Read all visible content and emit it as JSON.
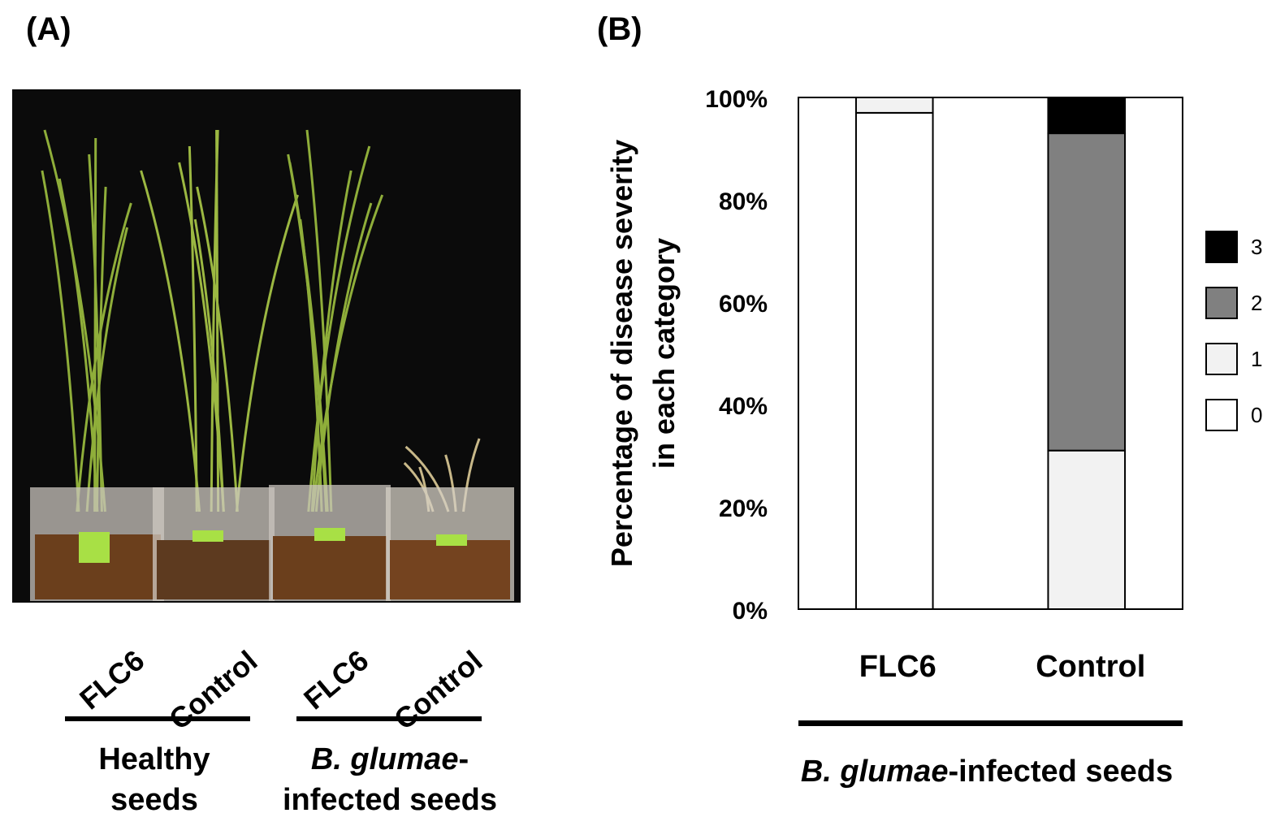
{
  "panel_a": {
    "label": "(A)",
    "tray_labels": [
      "FLC6",
      "Control",
      "FLC6",
      "Control"
    ],
    "group_labels": [
      {
        "line1": "Healthy",
        "line2": "seeds"
      },
      {
        "line1_italic": "B. glumae",
        "line1_rest": "-",
        "line2": "infected seeds"
      }
    ]
  },
  "panel_b": {
    "label": "(B)"
  },
  "colors": {
    "severity_0": "#ffffff",
    "severity_1": "#f2f2f2",
    "severity_2": "#808080",
    "severity_3": "#000000",
    "background_photo": "#0a0a0a",
    "soil": "#6b3f1c"
  },
  "chart_data": {
    "type": "bar",
    "stacked": true,
    "categories": [
      "FLC6",
      "Control"
    ],
    "series": [
      {
        "name": "0",
        "values": [
          97,
          0
        ]
      },
      {
        "name": "1",
        "values": [
          3,
          31
        ]
      },
      {
        "name": "2",
        "values": [
          0,
          62
        ]
      },
      {
        "name": "3",
        "values": [
          0,
          7
        ]
      }
    ],
    "ylabel_line1": "Percentage of disease severity",
    "ylabel_line2": "in each category",
    "xlabel_italic": "B. glumae",
    "xlabel_rest": "-infected seeds",
    "ylim": [
      0,
      100
    ],
    "yticks": [
      "0%",
      "20%",
      "40%",
      "60%",
      "80%",
      "100%"
    ],
    "legend_order": [
      "3",
      "2",
      "1",
      "0"
    ],
    "legend_position": "right",
    "grid": false
  }
}
